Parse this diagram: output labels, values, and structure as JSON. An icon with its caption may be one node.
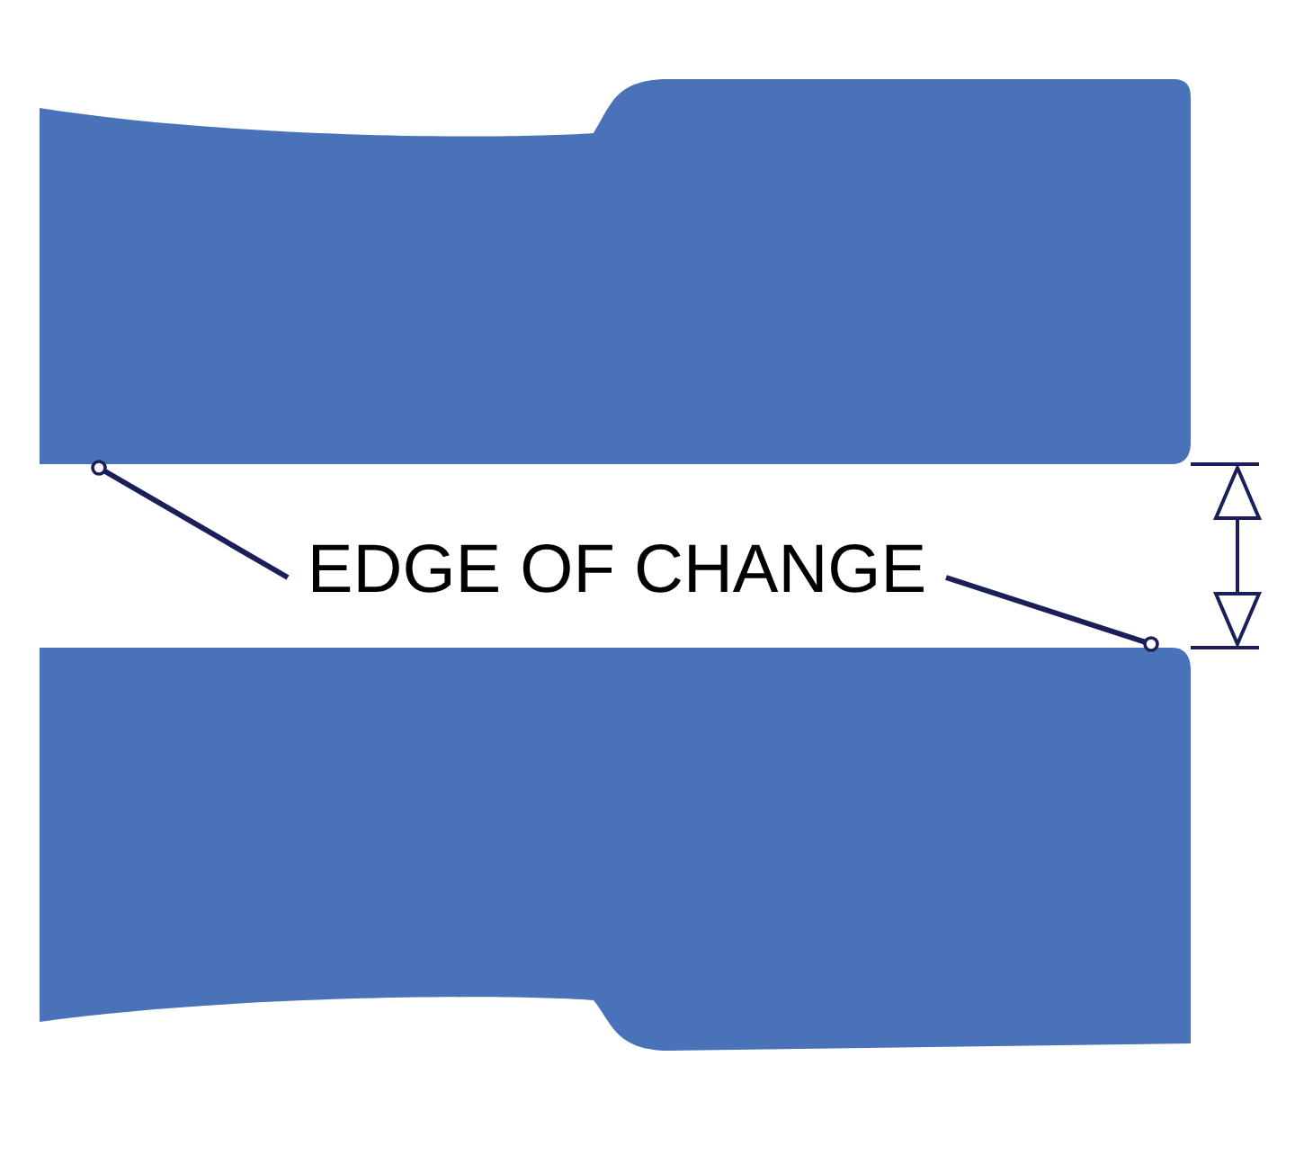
{
  "diagram": {
    "nodes": [
      {
        "text": [],
        "shape": "box"
      },
      {
        "text": [
          "EDGE OF CHANGE"
        ]
      },
      {
        "text": [],
        "shape": "box"
      }
    ],
    "edges": [
      {
        "from": 1,
        "to": 0,
        "arrow": "other"
      },
      {
        "from": 1,
        "to": 2,
        "arrow": "other"
      }
    ]
  }
}
